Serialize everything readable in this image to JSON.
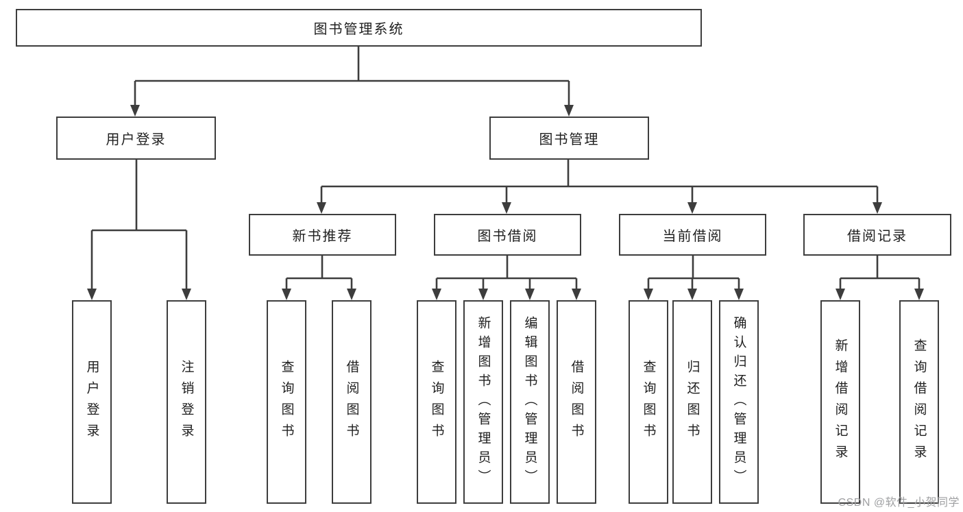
{
  "colors": {
    "background": "#ffffff",
    "line": "#3d3d3d",
    "box_border": "#3d3d3d",
    "text": "#1f1f1f",
    "watermark": "#9fa0a2"
  },
  "diagram": {
    "root": {
      "label": "图书管理系统"
    },
    "level2": [
      {
        "label": "用户登录"
      },
      {
        "label": "图书管理"
      }
    ],
    "level3": [
      {
        "label": "新书推荐"
      },
      {
        "label": "图书借阅"
      },
      {
        "label": "当前借阅"
      },
      {
        "label": "借阅记录"
      }
    ],
    "leaves": [
      {
        "label": "用户登录"
      },
      {
        "label": "注销登录"
      },
      {
        "label": "查询图书"
      },
      {
        "label": "借阅图书"
      },
      {
        "label": "查询图书"
      },
      {
        "label": "新增图书（管理员）"
      },
      {
        "label": "编辑图书（管理员）"
      },
      {
        "label": "借阅图书"
      },
      {
        "label": "查询图书"
      },
      {
        "label": "归还图书"
      },
      {
        "label": "确认归还（管理员）"
      },
      {
        "label": "新增借阅记录"
      },
      {
        "label": "查询借阅记录"
      }
    ]
  },
  "watermark": {
    "text": "CSDN @软件_小贺同学"
  }
}
